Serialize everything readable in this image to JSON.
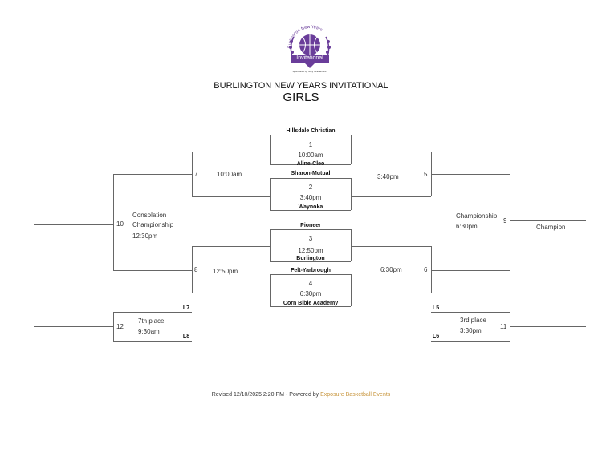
{
  "logo": {
    "ring_text": "Burlington New Years",
    "banner_text": "Invitational",
    "sponsor_text": "Sponsored by Terry Graham Inc."
  },
  "header": {
    "title": "BURLINGTON NEW YEARS INVITATIONAL",
    "subtitle": "GIRLS"
  },
  "games": {
    "g1": {
      "num": "1",
      "time": "10:00am",
      "top": "Hillsdale Christian",
      "bottom": "Aline-Cleo"
    },
    "g2": {
      "num": "2",
      "time": "3:40pm",
      "top": "Sharon-Mutual",
      "bottom": "Waynoka"
    },
    "g3": {
      "num": "3",
      "time": "12:50pm",
      "top": "Pioneer",
      "bottom": "Burlington"
    },
    "g4": {
      "num": "4",
      "time": "6:30pm",
      "top": "Felt-Yarbrough",
      "bottom": "Corn Bible Academy"
    },
    "g5": {
      "num": "5",
      "time": "3:40pm"
    },
    "g6": {
      "num": "6",
      "time": "6:30pm"
    },
    "g7": {
      "num": "7",
      "time": "10:00am"
    },
    "g8": {
      "num": "8",
      "time": "12:50pm"
    },
    "g9": {
      "num": "9",
      "label": "Championship",
      "time": "6:30pm",
      "result": "Champion"
    },
    "g10": {
      "num": "10",
      "label1": "Consolation",
      "label2": "Championship",
      "time": "12:30pm"
    },
    "g11": {
      "num": "11",
      "label": "3rd place",
      "time": "3:30pm",
      "top": "L5",
      "bottom": "L6"
    },
    "g12": {
      "num": "12",
      "label": "7th place",
      "time": "9:30am",
      "top": "L7",
      "bottom": "L8"
    }
  },
  "footer": {
    "text": "Revised 12/10/2025 2:20 PM - Powered by",
    "link": "Exposure Basketball Events",
    "link_color": "#c8963e"
  },
  "colors": {
    "logo_purple": "#6a3d9a",
    "line": "#666666"
  }
}
